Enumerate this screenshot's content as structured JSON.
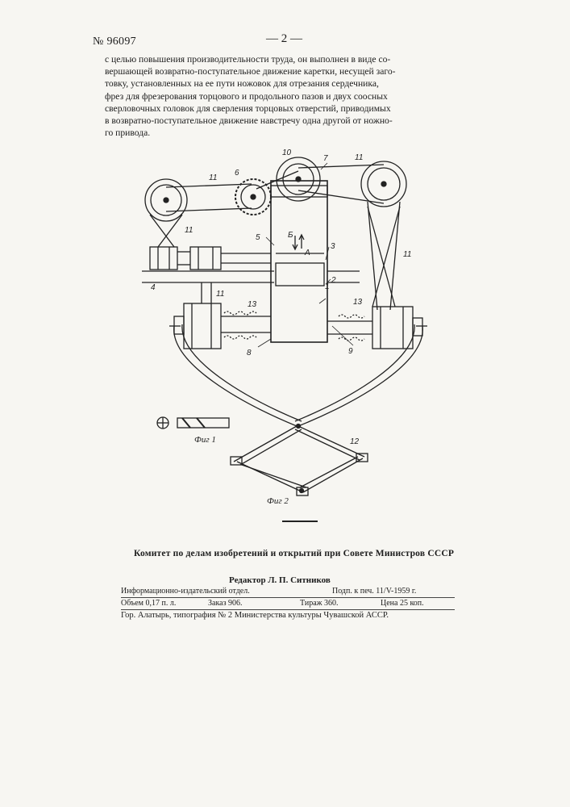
{
  "header": {
    "patent_number": "№ 96097",
    "page_number": "— 2 —"
  },
  "intro_lines": [
    "с целью повышения производительности труда, он выполнен в виде со-",
    "вершающей возвратно-поступательное движение каретки, несущей заго-",
    "товку, установленных на ее пути ножовок для отрезания сердечника,",
    "фрез для фрезерования торцового и продольного пазов и двух соосных",
    "сверловочных головок для сверления торцовых отверстий, приводимых",
    "в возвратно-поступательное движение навстречу одна другой от ножно-",
    "го привода."
  ],
  "figure_labels": {
    "n1": "1",
    "n2": "2",
    "n3": "3",
    "n4": "4",
    "n5": "5",
    "n6": "6",
    "n7": "7",
    "n8": "8",
    "n9": "9",
    "n10": "10",
    "n11": "11",
    "n12": "12",
    "n13": "13",
    "arrow_b": "Б",
    "arrow_a": "А"
  },
  "captions": {
    "fig1": "Фиг 1",
    "fig2": "Фиг 2"
  },
  "committee": "Комитет по делам изобретений и открытий при Совете Министров СССР",
  "editor": "Редактор Л. П. Ситников",
  "imprint": {
    "publisher": "Информационно-издательский отдел.",
    "signed": "Подп. к печ. 11/V-1959 г.",
    "volume": "Объем 0,17 п. л.",
    "order": "Заказ 906.",
    "circulation": "Тираж 360.",
    "price": "Цена 25 коп.",
    "printer": "Гор. Алатырь, типография № 2 Министерства культуры Чувашской АССР."
  }
}
